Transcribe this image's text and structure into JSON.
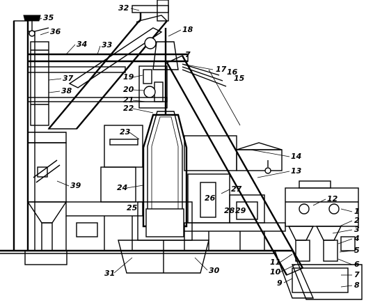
{
  "labels": [
    {
      "id": "l35",
      "text": "35"
    },
    {
      "id": "l36",
      "text": "36"
    },
    {
      "id": "l32",
      "text": "32"
    },
    {
      "id": "l18",
      "text": "18"
    },
    {
      "id": "l34",
      "text": "34"
    },
    {
      "id": "l33",
      "text": "33"
    },
    {
      "id": "l7a",
      "text": "7"
    },
    {
      "id": "l17",
      "text": "17"
    },
    {
      "id": "l16",
      "text": "16"
    },
    {
      "id": "l15",
      "text": "15"
    },
    {
      "id": "l37",
      "text": "37"
    },
    {
      "id": "l38",
      "text": "38"
    },
    {
      "id": "l19",
      "text": "19"
    },
    {
      "id": "l20",
      "text": "20"
    },
    {
      "id": "l21",
      "text": "21"
    },
    {
      "id": "l22",
      "text": "22"
    },
    {
      "id": "l23",
      "text": "23"
    },
    {
      "id": "l14",
      "text": "14"
    },
    {
      "id": "l13",
      "text": "13"
    },
    {
      "id": "l39",
      "text": "39"
    },
    {
      "id": "l24",
      "text": "24"
    },
    {
      "id": "l27",
      "text": "27"
    },
    {
      "id": "l12",
      "text": "12"
    },
    {
      "id": "l26",
      "text": "26"
    },
    {
      "id": "l25",
      "text": "25"
    },
    {
      "id": "l28",
      "text": "28"
    },
    {
      "id": "l29",
      "text": "29"
    },
    {
      "id": "l1",
      "text": "1"
    },
    {
      "id": "l2",
      "text": "2"
    },
    {
      "id": "l3",
      "text": "3"
    },
    {
      "id": "l4",
      "text": "4"
    },
    {
      "id": "l5",
      "text": "5"
    },
    {
      "id": "l11",
      "text": "11"
    },
    {
      "id": "l10",
      "text": "10"
    },
    {
      "id": "l6",
      "text": "6"
    },
    {
      "id": "l31",
      "text": "31"
    },
    {
      "id": "l30",
      "text": "30"
    },
    {
      "id": "l9",
      "text": "9"
    },
    {
      "id": "l7b",
      "text": "7"
    },
    {
      "id": "l8",
      "text": "8"
    }
  ]
}
